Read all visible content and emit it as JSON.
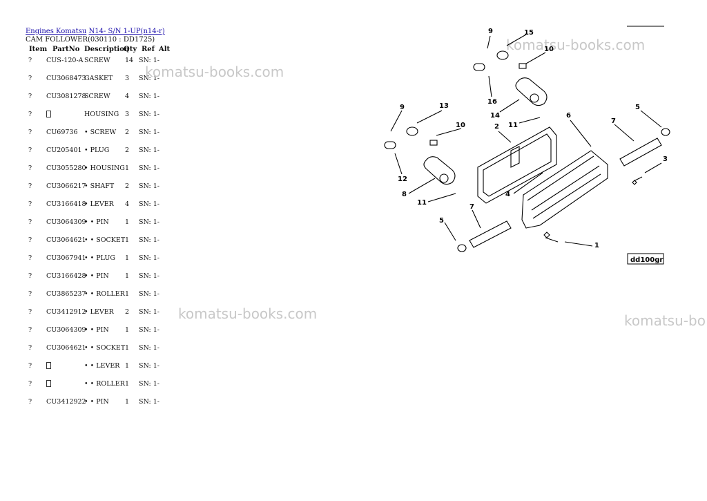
{
  "breadcrumb": {
    "engines_link": "Engines Komatsu",
    "model_link": "N14- S/N 1-UP(n14-r)"
  },
  "page": {
    "subtitle": "CAM FOLLOWER(030110 : DD1725)"
  },
  "table": {
    "headers": {
      "item": "Item",
      "part": "PartNo",
      "desc": "Description",
      "qty": "Qty",
      "ref": "Ref",
      "alt": "Alt"
    },
    "rows": [
      {
        "item": "?",
        "part": "CUS-120-A",
        "desc": "SCREW",
        "qty": "14",
        "ref": "SN: 1-"
      },
      {
        "item": "?",
        "part": "CU3068473",
        "desc": "GASKET",
        "qty": "3",
        "ref": "SN: 1-"
      },
      {
        "item": "?",
        "part": "CU3081278",
        "desc": "SCREW",
        "qty": "4",
        "ref": "SN: 1-"
      },
      {
        "item": "?",
        "part": "",
        "desc": "HOUSING",
        "qty": "3",
        "ref": "SN: 1-"
      },
      {
        "item": "?",
        "part": "CU69736",
        "desc": "• SCREW",
        "qty": "2",
        "ref": "SN: 1-"
      },
      {
        "item": "?",
        "part": "CU205401",
        "desc": "• PLUG",
        "qty": "2",
        "ref": "SN: 1-"
      },
      {
        "item": "?",
        "part": "CU3055280",
        "desc": "• HOUSING",
        "qty": "1",
        "ref": "SN: 1-"
      },
      {
        "item": "?",
        "part": "CU3066217",
        "desc": "• SHAFT",
        "qty": "2",
        "ref": "SN: 1-"
      },
      {
        "item": "?",
        "part": "CU3166418",
        "desc": "• LEVER",
        "qty": "4",
        "ref": "SN: 1-"
      },
      {
        "item": "?",
        "part": "CU3064309",
        "desc": "• • PIN",
        "qty": "1",
        "ref": "SN: 1-"
      },
      {
        "item": "?",
        "part": "CU3064621",
        "desc": "• • SOCKET",
        "qty": "1",
        "ref": "SN: 1-"
      },
      {
        "item": "?",
        "part": "CU3067941",
        "desc": "• • PLUG",
        "qty": "1",
        "ref": "SN: 1-"
      },
      {
        "item": "?",
        "part": "CU3166428",
        "desc": "• • PIN",
        "qty": "1",
        "ref": "SN: 1-"
      },
      {
        "item": "?",
        "part": "CU3865237",
        "desc": "• • ROLLER",
        "qty": "1",
        "ref": "SN: 1-"
      },
      {
        "item": "?",
        "part": "CU3412912",
        "desc": "• LEVER",
        "qty": "2",
        "ref": "SN: 1-"
      },
      {
        "item": "?",
        "part": "CU3064309",
        "desc": "• • PIN",
        "qty": "1",
        "ref": "SN: 1-"
      },
      {
        "item": "?",
        "part": "CU3064621",
        "desc": "• • SOCKET",
        "qty": "1",
        "ref": "SN: 1-"
      },
      {
        "item": "?",
        "part": "",
        "desc": "• • LEVER",
        "qty": "1",
        "ref": "SN: 1-"
      },
      {
        "item": "?",
        "part": "",
        "desc": "• • ROLLER",
        "qty": "1",
        "ref": "SN: 1-"
      },
      {
        "item": "?",
        "part": "CU3412922",
        "desc": "• • PIN",
        "qty": "1",
        "ref": "SN: 1-"
      }
    ]
  },
  "watermark": {
    "text": "komatsu-books.com",
    "text_cut": "komatsu-bo"
  },
  "diagram": {
    "code": "dd100gr",
    "callouts": [
      "9",
      "15",
      "10",
      "16",
      "14",
      "11",
      "6",
      "5",
      "7",
      "3",
      "2",
      "9",
      "13",
      "10",
      "12",
      "8",
      "11",
      "4",
      "5",
      "7",
      "1"
    ]
  }
}
